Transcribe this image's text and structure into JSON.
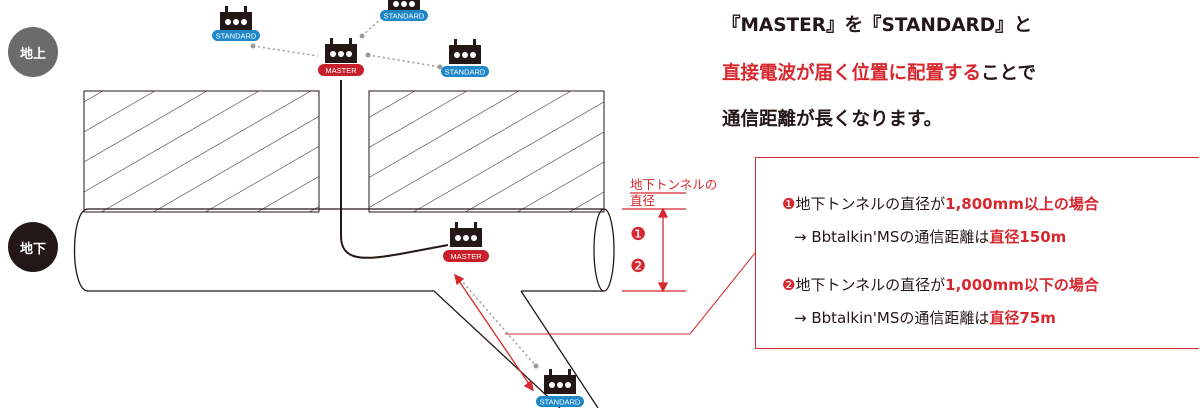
{
  "labels": {
    "ground": "地上",
    "underground": "地下",
    "master": "MASTER",
    "standard": "STANDARD",
    "tunnel_diameter_line1": "地下トンネルの",
    "tunnel_diameter_line2": "直径",
    "marker1": "❶",
    "marker2": "❷"
  },
  "headline": {
    "line1": "『MASTER』を『STANDARD』と",
    "line2_red": "直接電波が届く位置に配置する",
    "line2_rest": "ことで",
    "line3": "通信距離が長くなります。"
  },
  "info": {
    "case1_num": "❶",
    "case1_pre": "地下トンネルの直径が",
    "case1_highlight": "1,800mm以上の場合",
    "case1_result_pre": "→ Bbtalkin'MSの通信距離は",
    "case1_result_highlight": "直径150m",
    "case2_num": "❷",
    "case2_pre": "地下トンネルの直径が",
    "case2_highlight": "1,000mm以下の場合",
    "case2_result_pre": "→ Bbtalkin'MSの通信距離は",
    "case2_result_highlight": "直径75m"
  },
  "colors": {
    "master": "#c8202b",
    "standard": "#1f87c8",
    "accent": "#d7282f",
    "ground_circle": "#6b6b6b",
    "underground_circle": "#231815"
  },
  "icons": [
    "radio-device-icon"
  ]
}
